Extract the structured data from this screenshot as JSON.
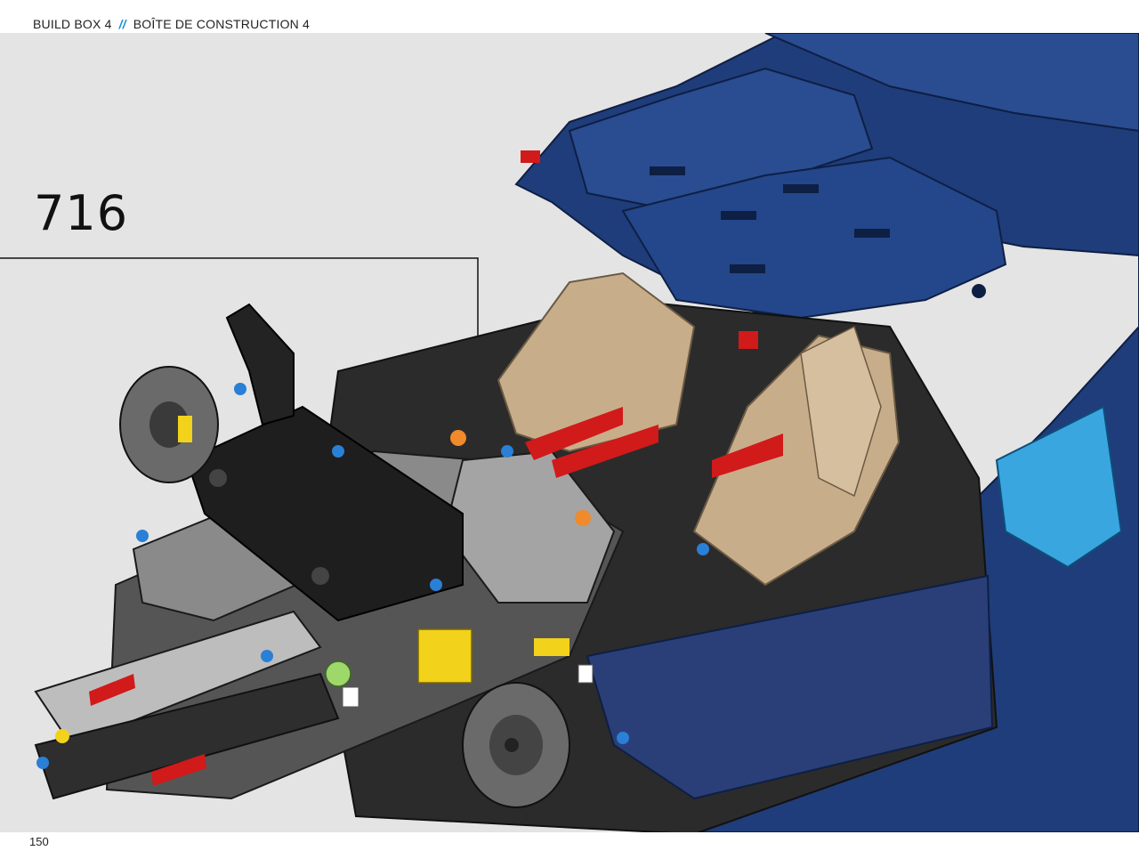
{
  "header": {
    "left": "BUILD BOX 4",
    "separator": "//",
    "right": "BOÎTE DE CONSTRUCTION 4"
  },
  "step": {
    "number": "716"
  },
  "footer": {
    "page_number": "150"
  },
  "colors": {
    "background_panel": "#e4e4e4",
    "body_blue": "#1f3d7a",
    "frame_dark": "#2b2b2b",
    "seat_tan": "#c8ad8a",
    "accent_red": "#d11a1a",
    "accent_yellow": "#f2d21a",
    "accent_light_blue": "#2aa0e0",
    "header_separator": "#1e8fd6"
  }
}
